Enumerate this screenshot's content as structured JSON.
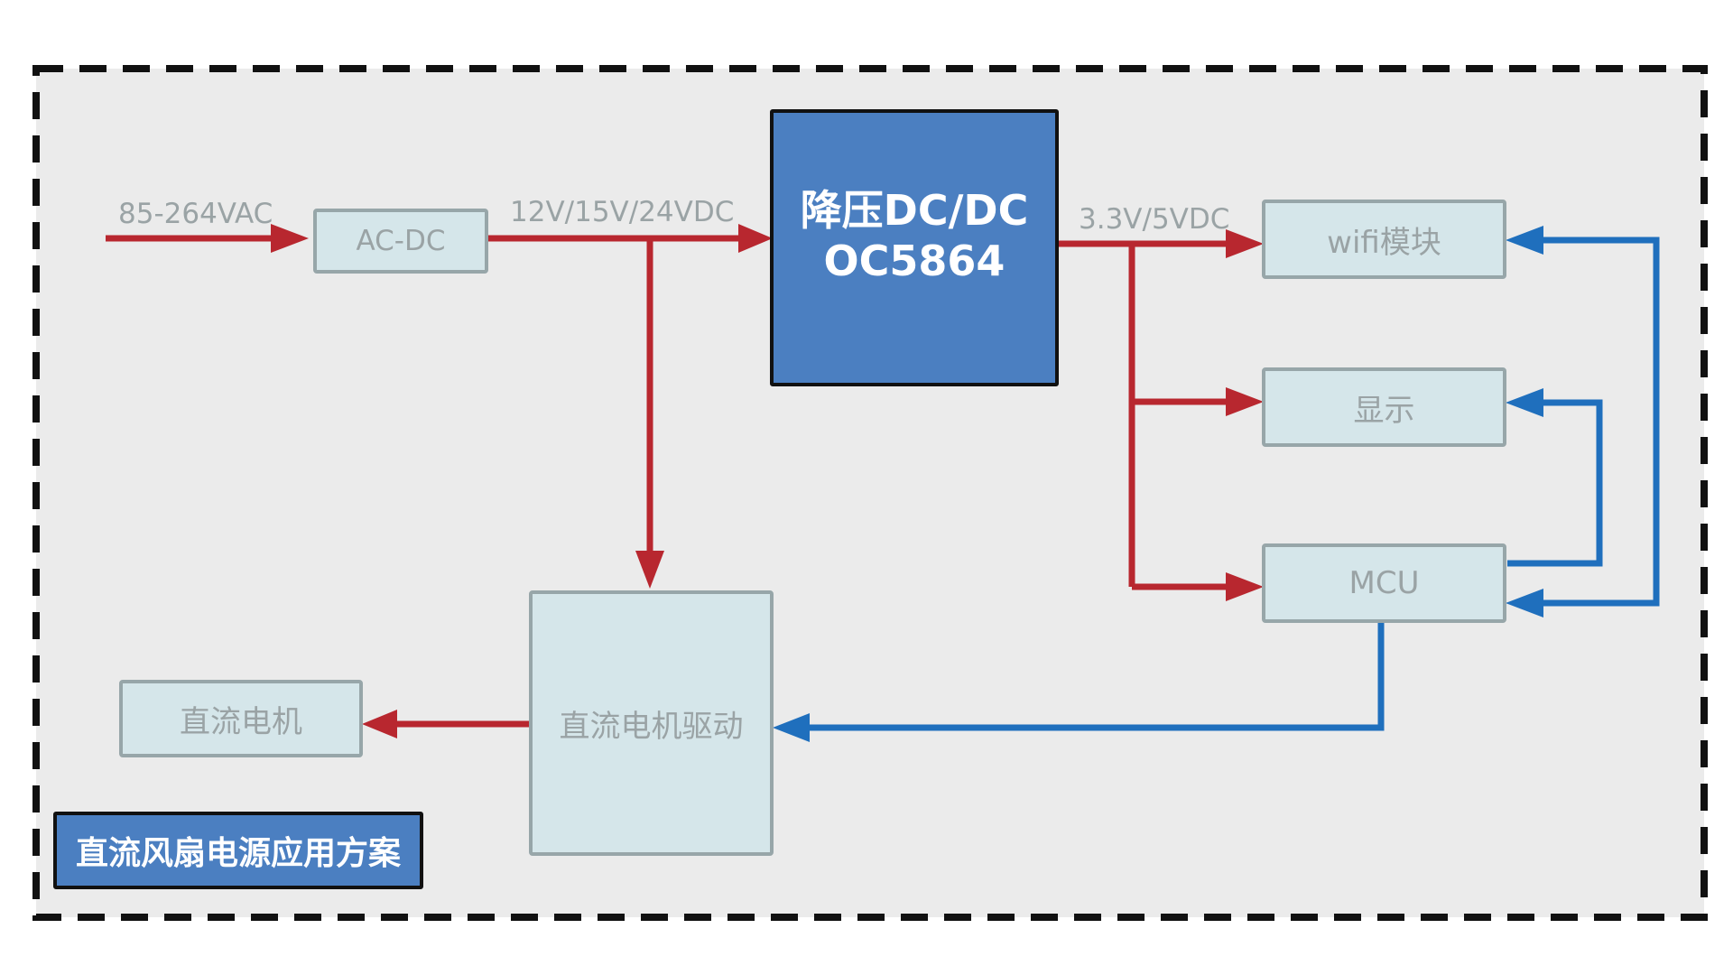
{
  "diagram": {
    "title": "直流风扇电源应用方案",
    "blocks": {
      "ac_dc": "AC-DC",
      "dcdc_line1": "降压DC/DC",
      "dcdc_line2": "OC5864",
      "wifi": "wifi模块",
      "display": "显示",
      "mcu": "MCU",
      "motor": "直流电机",
      "motor_driver": "直流电机驱动"
    },
    "labels": {
      "ac_input": "85-264VAC",
      "dc_bus": "12V/15V/24VDC",
      "low_voltage": "3.3V/5VDC"
    },
    "colors": {
      "power_line": "#b8272f",
      "signal_line": "#1f6fbd",
      "light_block_fill": "#d5e6ea",
      "dark_block_fill": "#4b7fc1",
      "canvas_fill": "#ebebeb"
    }
  }
}
